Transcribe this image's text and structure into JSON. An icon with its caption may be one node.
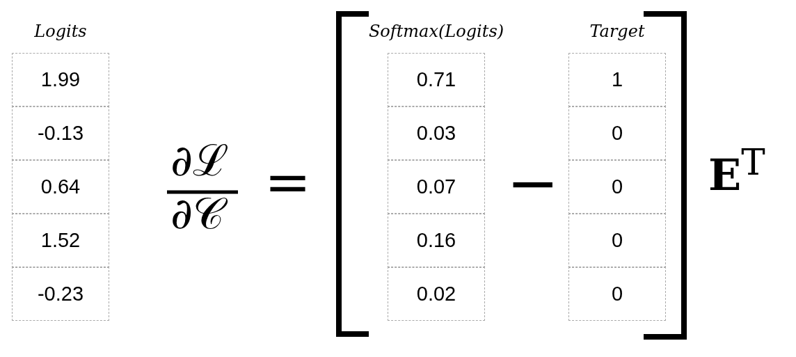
{
  "diagram": {
    "nodes": [
      {
        "text": [
          "Logits"
        ]
      },
      {
        "text": [
          "1.99"
        ],
        "in": 0
      },
      {
        "text": [
          "-0.13"
        ],
        "in": 0
      },
      {
        "text": [
          "0.64"
        ],
        "in": 0
      },
      {
        "text": [
          "1.52"
        ],
        "in": 0
      },
      {
        "text": [
          "-0.23"
        ],
        "in": 0
      },
      {
        "text": [
          "Softmax(Logits)"
        ]
      },
      {
        "text": [
          "0.71"
        ],
        "in": 6
      },
      {
        "text": [
          "0.03"
        ],
        "in": 6
      },
      {
        "text": [
          "0.07"
        ],
        "in": 6
      },
      {
        "text": [
          "0.16"
        ],
        "in": 6
      },
      {
        "text": [
          "0.02"
        ],
        "in": 6
      },
      {
        "text": [
          "Target"
        ]
      },
      {
        "text": [
          "1"
        ],
        "in": 12
      },
      {
        "text": [
          "0"
        ],
        "in": 12
      },
      {
        "text": [
          "0"
        ],
        "in": 12
      },
      {
        "text": [
          "0"
        ],
        "in": 12
      },
      {
        "text": [
          "0"
        ],
        "in": 12
      }
    ],
    "edges": [],
    "labels": [
      "∂ℒ",
      "∂𝒞",
      "=",
      "−",
      "**E**$^{T}$"
    ]
  }
}
